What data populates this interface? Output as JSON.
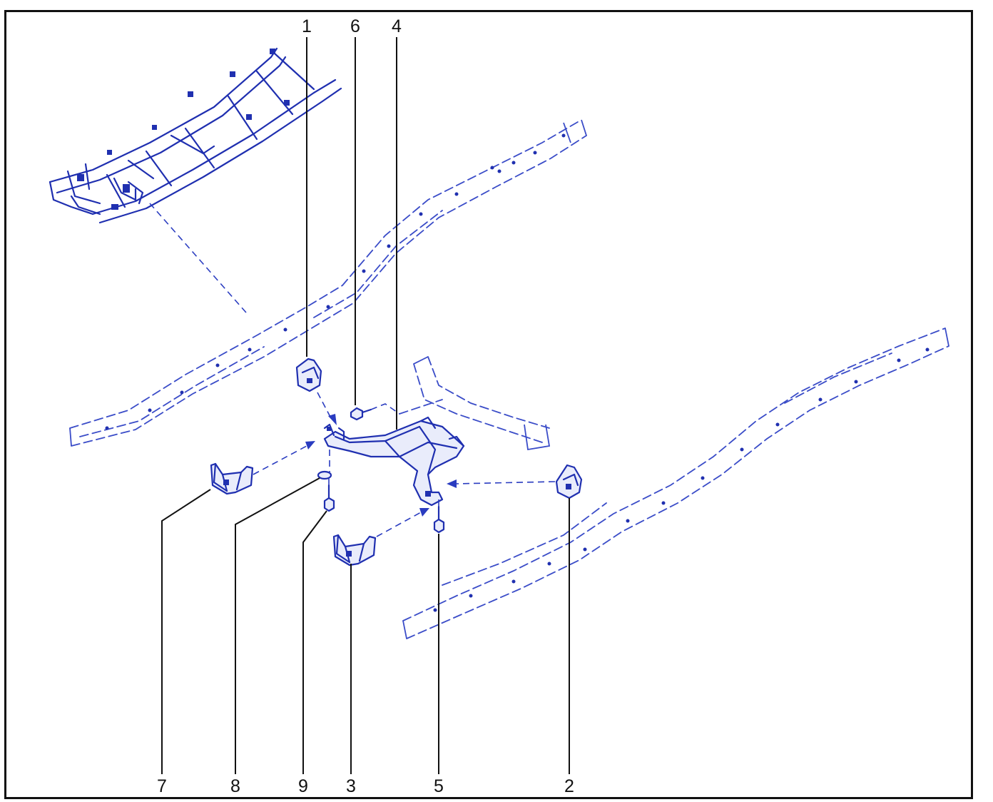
{
  "callouts": [
    {
      "id": "1",
      "label": "1"
    },
    {
      "id": "6",
      "label": "6"
    },
    {
      "id": "4",
      "label": "4"
    },
    {
      "id": "7",
      "label": "7"
    },
    {
      "id": "8",
      "label": "8"
    },
    {
      "id": "9",
      "label": "9"
    },
    {
      "id": "3",
      "label": "3"
    },
    {
      "id": "5",
      "label": "5"
    },
    {
      "id": "2",
      "label": "2"
    }
  ],
  "colors": {
    "line_art": "#1f2fb0",
    "callout_text": "#111111",
    "frame": "#111111"
  }
}
